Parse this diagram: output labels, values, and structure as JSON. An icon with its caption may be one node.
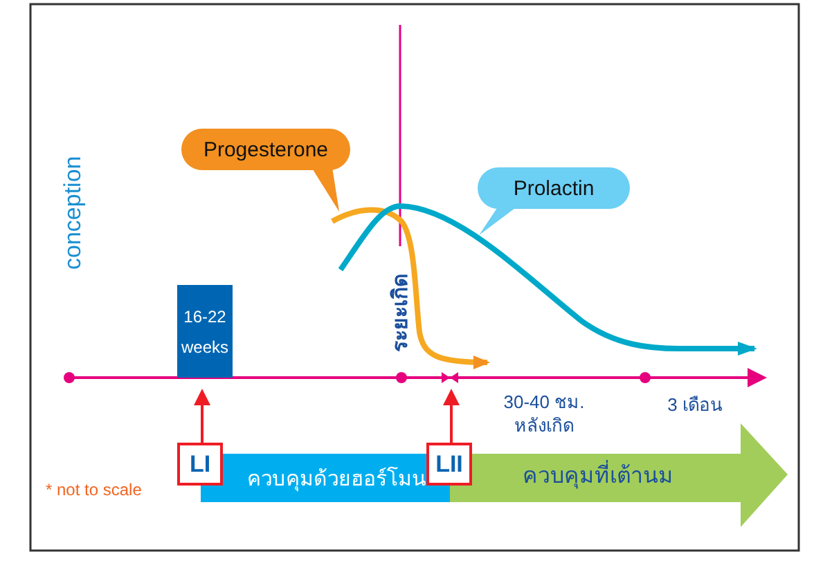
{
  "diagram": {
    "nodes": [
      {
        "text": [
          "Progesterone"
        ]
      },
      {
        "text": [
          "Prolactin"
        ]
      },
      {
        "text": [
          "16-22 weeks"
        ]
      },
      {
        "text": [
          "LI"
        ]
      },
      {
        "text": [
          "ควบคุมด้วยฮอร์โมน"
        ]
      },
      {
        "text": [
          "LII"
        ]
      },
      {
        "text": [
          "ควบคุมที่เต้านม"
        ]
      }
    ],
    "edges": [
      {
        "from": 3,
        "to": 2,
        "arrow": "to"
      },
      {
        "from": 5,
        "to": null,
        "arrow": "to"
      }
    ],
    "labels": [
      "conception",
      "ระยะเกิด",
      "30-40 ชม. หลังเกิด",
      "3 เดือน",
      "* not to scale"
    ]
  }
}
